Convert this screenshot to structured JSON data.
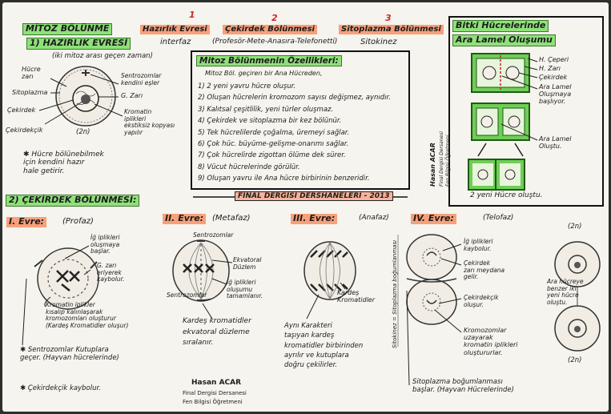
{
  "header": {
    "title": "MİTOZ BÖLÜNME",
    "num1": "1",
    "num2": "2",
    "num3": "3",
    "phase1": "Hazırlık Evresi",
    "phase2": "Çekirdek Bölünmesi",
    "phase3": "Sitoplazma Bölünmesi",
    "sub1": "interfaz",
    "sub2": "(Profesör-Mete-Anasıra-Telefonetti)",
    "sub3": "Sitokinez",
    "plant_title_1": "Bitki Hücrelerinde",
    "plant_title_2": "Ara Lamel Oluşumu"
  },
  "prep": {
    "title": "1) HAZIRLIK EVRESİ",
    "subtitle": "(iki mitoz arası geçen zaman)",
    "labels": {
      "hucre_zari": "Hücre\nzarı",
      "sitoplazma": "Sitoplazma",
      "sentrozomlar": "Sentrozomlar\nkendini eşler",
      "g_zari": "G. Zarı",
      "cekirdek": "Çekirdek",
      "kromatin": "Kromatin\niplikleri\nekstiksiz kopyası\nyapılır",
      "cekirdekcik": "Çekirdekçik",
      "ploidy": "(2n)"
    },
    "note": "✱ Hücre bölünebilmek\niçin kendini hazır\nhale getirir."
  },
  "features": {
    "title": "Mitoz Bölünmenin Özellikleri:",
    "subtitle": "Mitoz Böl. geçiren bir Ana Hücreden,",
    "items": [
      "1) 2 yeni yavru hücre oluşur.",
      "2) Oluşan hücrelerin kromozom sayısı değişmez, aynıdır.",
      "3) Kalıtsal çeşitlilik, yeni türler oluşmaz.",
      "4) Çekirdek ve sitoplazma bir kez bölünür.",
      "5) Tek hücrelilerde çoğalma, üremeyi sağlar.",
      "6) Çok hüc. büyüme-gelişme-onarımı sağlar.",
      "7) Çok hücrelirde zigottan ölüme dek sürer.",
      "8) Vücut hücrelerinde görülür.",
      "9) Oluşan yavru ile Ana hücre birbirinin benzeridir."
    ],
    "banner": "FİNAL DERGİSİ DERSHANELERİ - 2013"
  },
  "plant": {
    "labels": {
      "h_ceperi": "H. Çeperi",
      "h_zari": "H. Zarı",
      "cekirdek": "Çekirdek",
      "ara_lamel": "Ara Lamel\nOluşmaya\nbaşlıyor.",
      "ara_lamel2": "Ara Lamel\nOluştu.",
      "result": "2 yeni Hücre oluştu."
    },
    "author": "Hasan ACAR",
    "author_line2": "Final Dergisi Dersanesi",
    "author_line3": "Fen Bilgisi Öğretmeni"
  },
  "nucleus": {
    "title": "2) ÇEKİRDEK BÖLÜNMESİ:"
  },
  "phases": [
    {
      "title": "I. Evre:",
      "name": "(Profaz)",
      "labels": [
        "İğ iplikleri\noluşmaya\nbaşlar.",
        "G. zarı\neriyerek\nkaybolur.",
        "Kromatin iplikler\nkısalıp kalınlaşarak\nkromozomları oluşturur\n(Kardeş Kromatidler oluşur)"
      ],
      "notes": [
        "✱ Sentrozomlar Kutuplara\ngeçer. (Hayvan hücrelerinde)",
        "✱ Çekirdekçik kaybolur."
      ]
    },
    {
      "title": "II. Evre:",
      "name": "(Metafaz)",
      "labels": [
        "Sentrozomlar",
        "Ekvatoral\nDüzlem",
        "İğ iplikleri\noluşumu\ntamamlanır.",
        "Sentrozomlar"
      ],
      "notes": [
        "Kardeş kromatidler\nekvatoral düzleme\nsıralanır."
      ]
    },
    {
      "title": "III. Evre:",
      "name": "(Anafaz)",
      "labels": [
        "Kardeş\nKromatidler"
      ],
      "notes": [
        "Aynı Karakteri\ntaşıyan kardeş\nkromatidler birbirinden\nayrılır ve kutuplara\ndoğru çekilirler."
      ]
    },
    {
      "title": "IV. Evre:",
      "name": "(Telofaz)",
      "labels": [
        "İğ iplikleri\nkaybolur.",
        "Çekirdek\nzarı meydana\ngelir.",
        "Çekirdekçik\noluşur.",
        "Kromozomlar\nuzayarak\nkromatin iplikleri\noluştururlar.",
        "(2n)",
        "Ara hücreye\nbenzer iki\nyeni hücre\noluştu.",
        "(2n)"
      ],
      "notes": [
        "Sitoplazma boğumlanması\nbaşlar. (Hayvan Hücrelerinde)"
      ],
      "side_label": "Sitokinez = Sitoplazma boğumlanması"
    }
  ],
  "footer": {
    "author": "Hasan ACAR",
    "line2": "Final Dergisi Dersanesi",
    "line3": "Fen Bilgisi Öğretmeni"
  }
}
